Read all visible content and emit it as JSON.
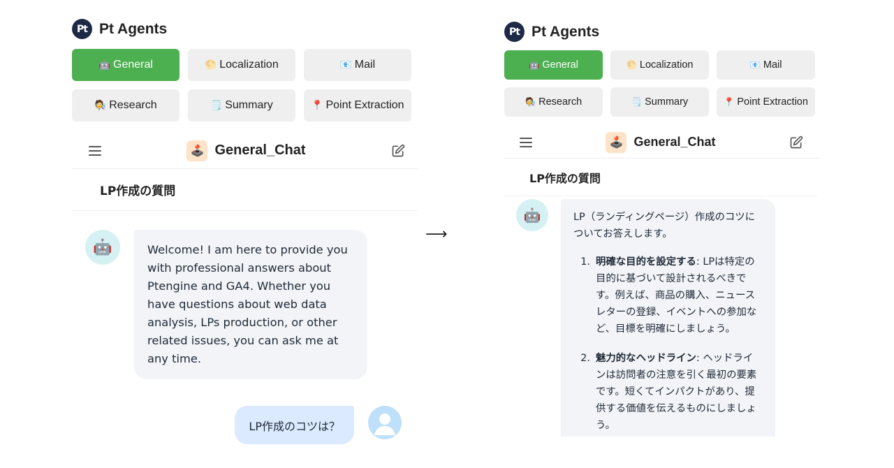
{
  "brand": {
    "logo_text": "Pt",
    "name": "Pt Agents"
  },
  "agents": [
    {
      "icon": "🤖",
      "label": "General",
      "active": true
    },
    {
      "icon": "🌕",
      "label": "Localization",
      "active": false
    },
    {
      "icon": "📧",
      "label": "Mail",
      "active": false
    },
    {
      "icon": "🧑‍🔬",
      "label": "Research",
      "active": false
    },
    {
      "icon": "🗒️",
      "label": "Summary",
      "active": false
    },
    {
      "icon": "📍",
      "label": "Point Extraction",
      "active": false
    }
  ],
  "chat": {
    "header_icon": "🕹️",
    "title": "General_Chat",
    "conversation_title": "LP作成の質問",
    "bot_icon": "🤖"
  },
  "left_messages": {
    "welcome": "Welcome! I am here to provide you with professional answers about Ptengine and GA4. Whether you have questions about web data analysis, LPs production, or other related issues, you can ask me at any time.",
    "user_question": "LP作成のコツは？"
  },
  "right_messages": {
    "intro": "LP（ランディングページ）作成のコツについてお答えします。",
    "points": [
      {
        "num": "1.",
        "title": "明確な目的を設定する",
        "text": ": LPは特定の目的に基づいて設計されるべきです。例えば、商品の購入、ニュースレターの登録、イベントへの参加など、目標を明確にしましょう。"
      },
      {
        "num": "2.",
        "title": "魅力的なヘッドライン",
        "text": ": ヘッドラインは訪問者の注意を引く最初の要素です。短くてインパクトがあり、提供する価値を伝えるものにしましょう。"
      }
    ]
  },
  "arrow": "⟶"
}
